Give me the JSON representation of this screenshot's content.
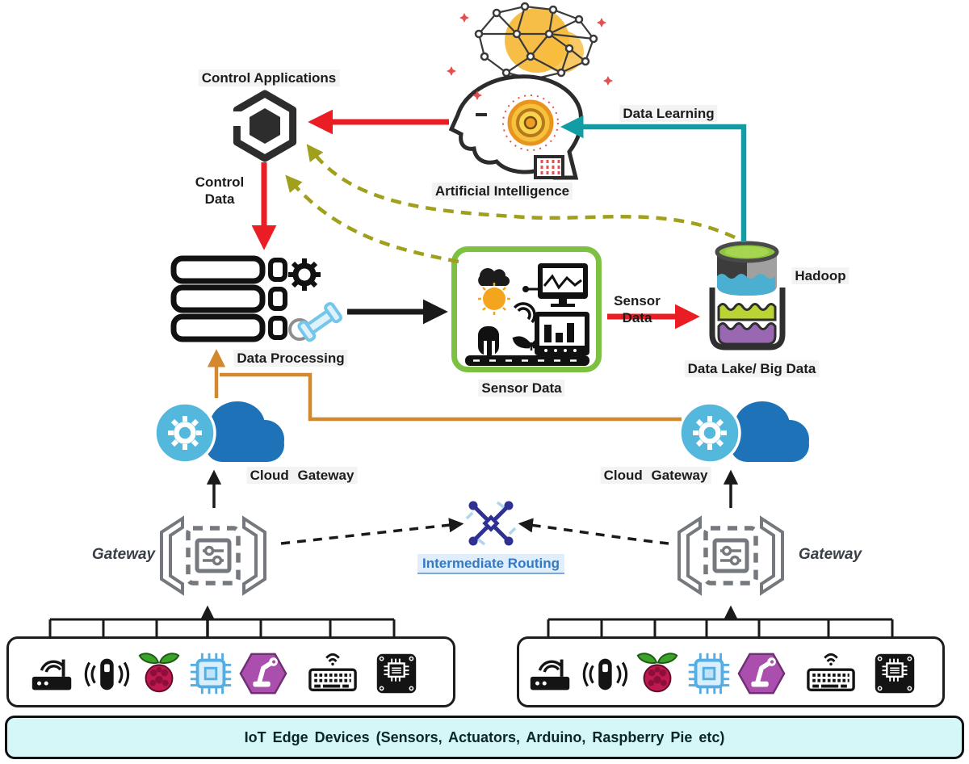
{
  "diagram": {
    "labels": {
      "control_applications": "Control Applications",
      "artificial_intelligence": "Artificial Intelligence",
      "data_learning": "Data Learning",
      "control_data_line1": "Control",
      "control_data_line2": "Data",
      "data_processing": "Data Processing",
      "sensor_data_box": "Sensor Data",
      "sensor_flow_line1": "Sensor",
      "sensor_flow_line2": "Data",
      "hadoop": "Hadoop",
      "data_lake": "Data Lake/ Big Data",
      "cloud_gateway_left": "Cloud Gateway",
      "cloud_gateway_right": "Cloud Gateway",
      "gateway_left": "Gateway",
      "gateway_right": "Gateway",
      "intermediate_routing": "Intermediate Routing",
      "iot_banner": "IoT Edge Devices (Sensors, Actuators, Arduino, Raspberry Pie etc)"
    },
    "colors": {
      "red_arrow": "#ea1d25",
      "teal_arrow": "#129da4",
      "olive_dashed": "#a0a01d",
      "orange_line": "#d4882d",
      "green_border": "#7cc142",
      "cloud_blue": "#1e72b8",
      "cloud_light_blue": "#54b7dc",
      "gateway_gray": "#75787d",
      "routing_blue": "#2e3192",
      "routing_label_blue": "#3579c5",
      "banner_bg": "#d5f7f7",
      "purple_hex": "#ab4fae",
      "raspberry_red": "#c01950",
      "leaf_green": "#3da229",
      "chip_blue": "#55aee3",
      "lake_green": "#8dc63f",
      "lake_teal": "#4aafd0",
      "lake_lime": "#b9d433",
      "lake_purple": "#9a68b2",
      "sun_yellow": "#f3a51d",
      "ai_yellow": "#f7bb3d"
    },
    "icons": {
      "control_applications": "hexagon-nut-icon",
      "artificial_intelligence": "ai-head-brain-icon",
      "data_processing": "server-stack-gear-icon",
      "sensor_data": "sensor-environment-icon",
      "data_lake": "data-lake-cylinder-icon",
      "cloud_gateway": "cloud-gear-icon",
      "gateway": "gateway-brackets-icon",
      "intermediate_routing": "router-node-icon",
      "devices": [
        "wifi-router-icon",
        "wireless-sensor-icon",
        "raspberry-pi-icon",
        "microchip-icon",
        "robot-arm-icon",
        "wireless-keyboard-icon",
        "circuit-board-icon"
      ]
    }
  }
}
